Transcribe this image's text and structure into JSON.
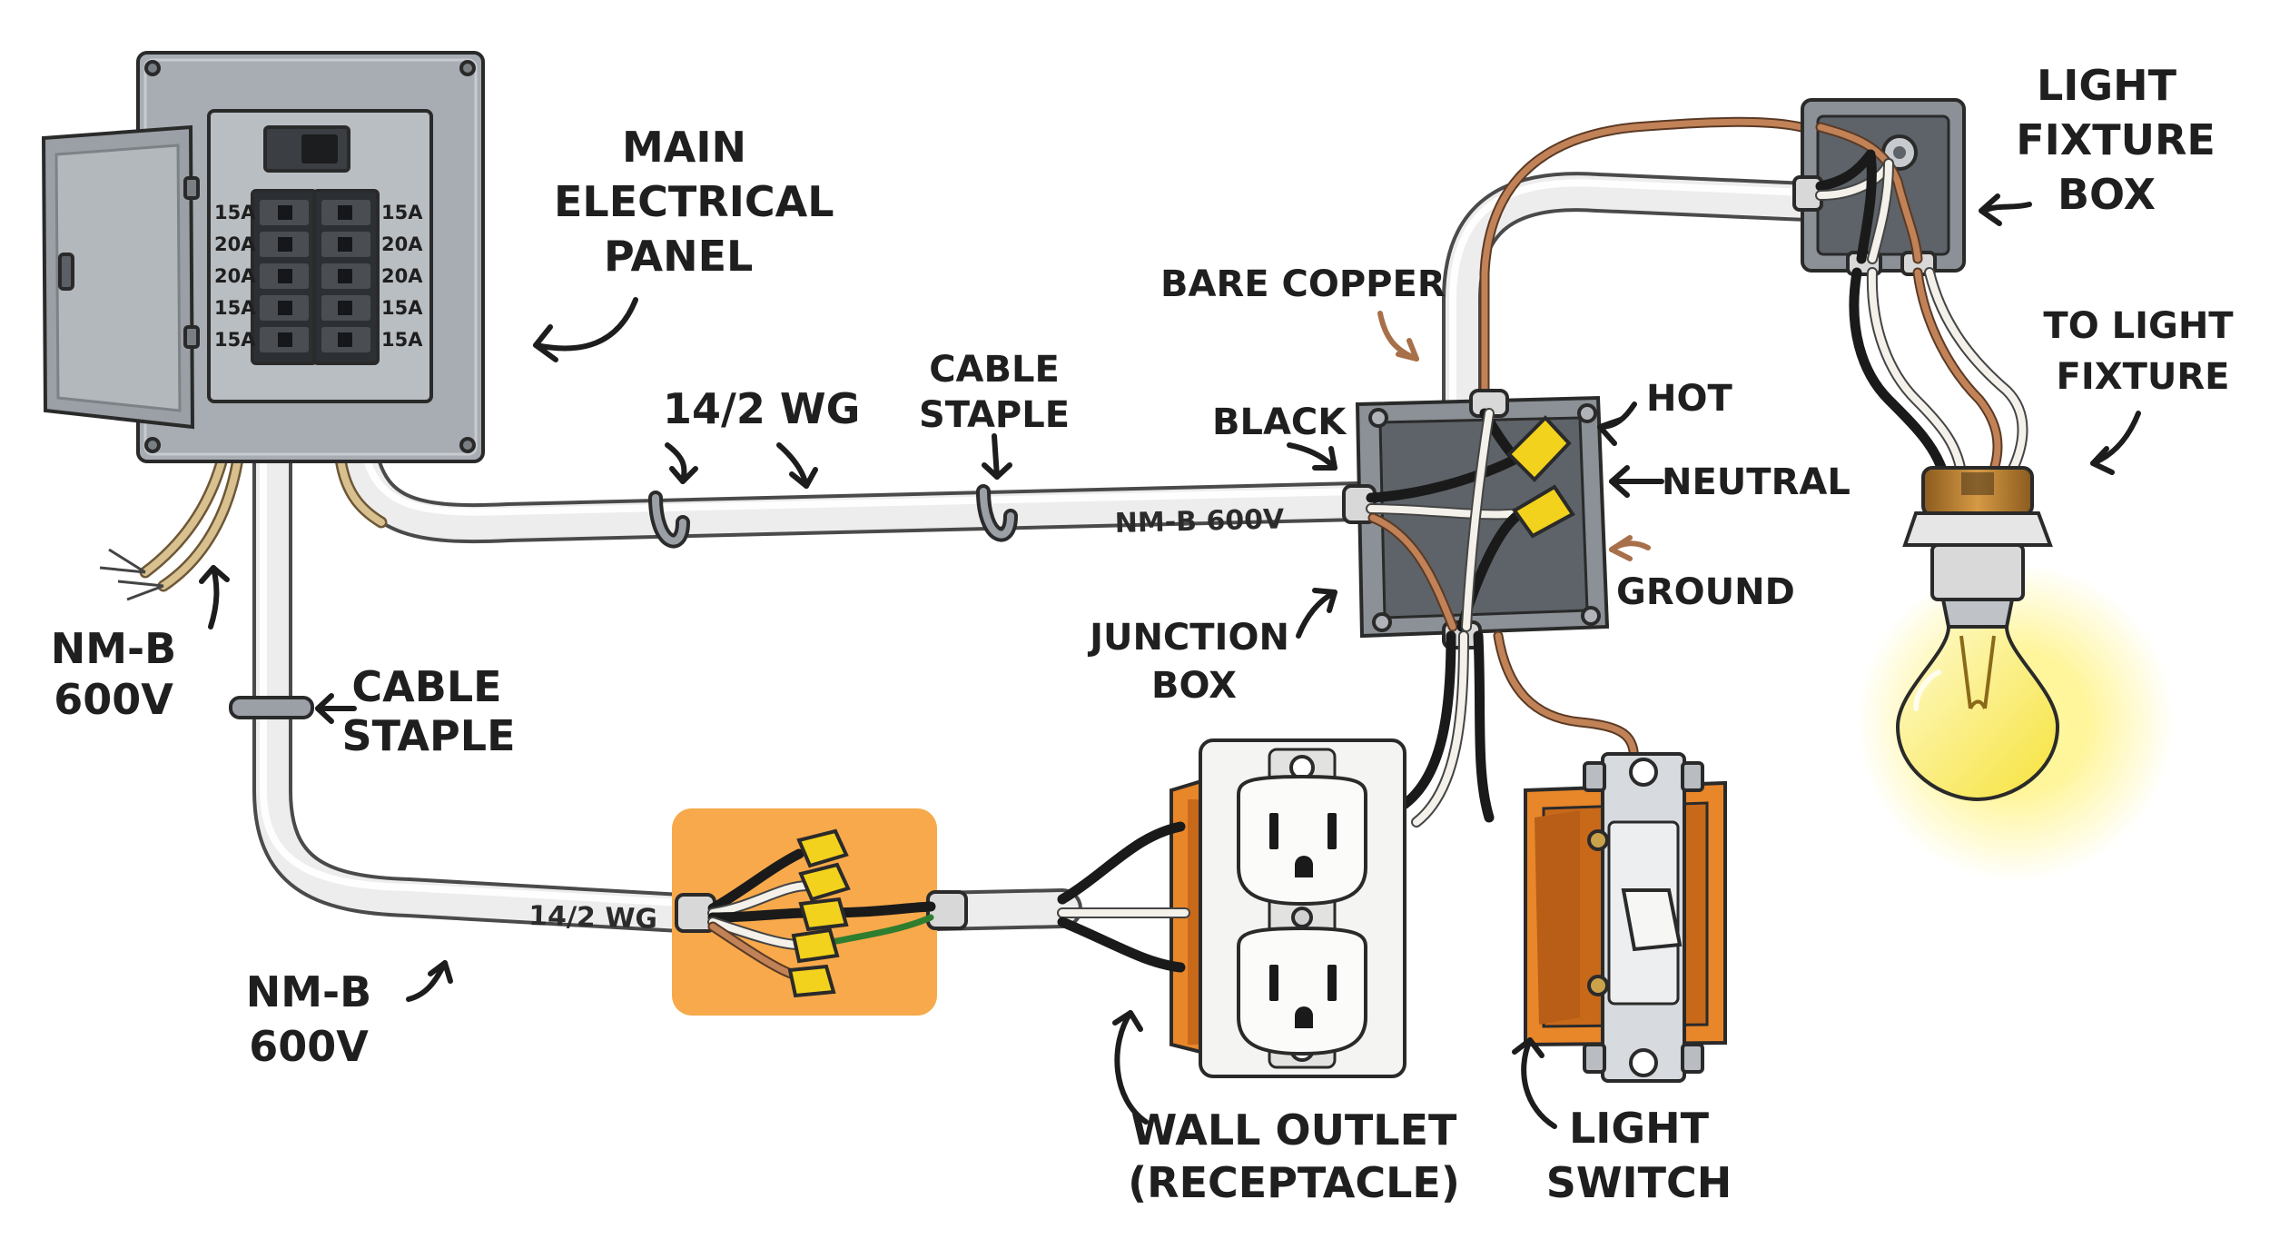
{
  "labels": {
    "main_panel": [
      "MAIN",
      "ELECTRICAL",
      "PANEL"
    ],
    "light_fixture_box": [
      "LIGHT",
      "FIXTURE",
      "BOX"
    ],
    "to_light_fixture": [
      "TO LIGHT",
      "FIXTURE"
    ],
    "bare_copper": "BARE COPPER",
    "black": "BLACK",
    "hot": "HOT",
    "neutral": "NEUTRAL",
    "ground": "GROUND",
    "junction_box": [
      "JUNCTION",
      "BOX"
    ],
    "wg_top": "14/2 WG",
    "cable_staple_top": [
      "CABLE",
      "STAPLE"
    ],
    "cable_staple_left": [
      "CABLE",
      "STAPLE"
    ],
    "nmb_left_top": [
      "NM-B",
      "600V"
    ],
    "nmb_left_bottom": [
      "NM-B",
      "600V"
    ],
    "wall_outlet": [
      "WALL OUTLET",
      "(RECEPTACLE)"
    ],
    "light_switch": [
      "LIGHT",
      "SWITCH"
    ]
  },
  "cable_prints": {
    "top_cable": "NM-B 600V",
    "bottom_cable": "14/2 WG"
  },
  "breakers": {
    "left": [
      "15A",
      "20A",
      "20A",
      "15A",
      "15A"
    ],
    "right": [
      "15A",
      "20A",
      "20A",
      "15A",
      "15A"
    ]
  },
  "colors": {
    "panel_gray": "#a7adb3",
    "cable_white": "#ededed",
    "wire_nut_yellow": "#f2d21c",
    "splice_pad_orange": "#f7a94b",
    "box_orange": "#e8862a",
    "bulb_glow": "#fff27a",
    "copper": "#c28257"
  }
}
